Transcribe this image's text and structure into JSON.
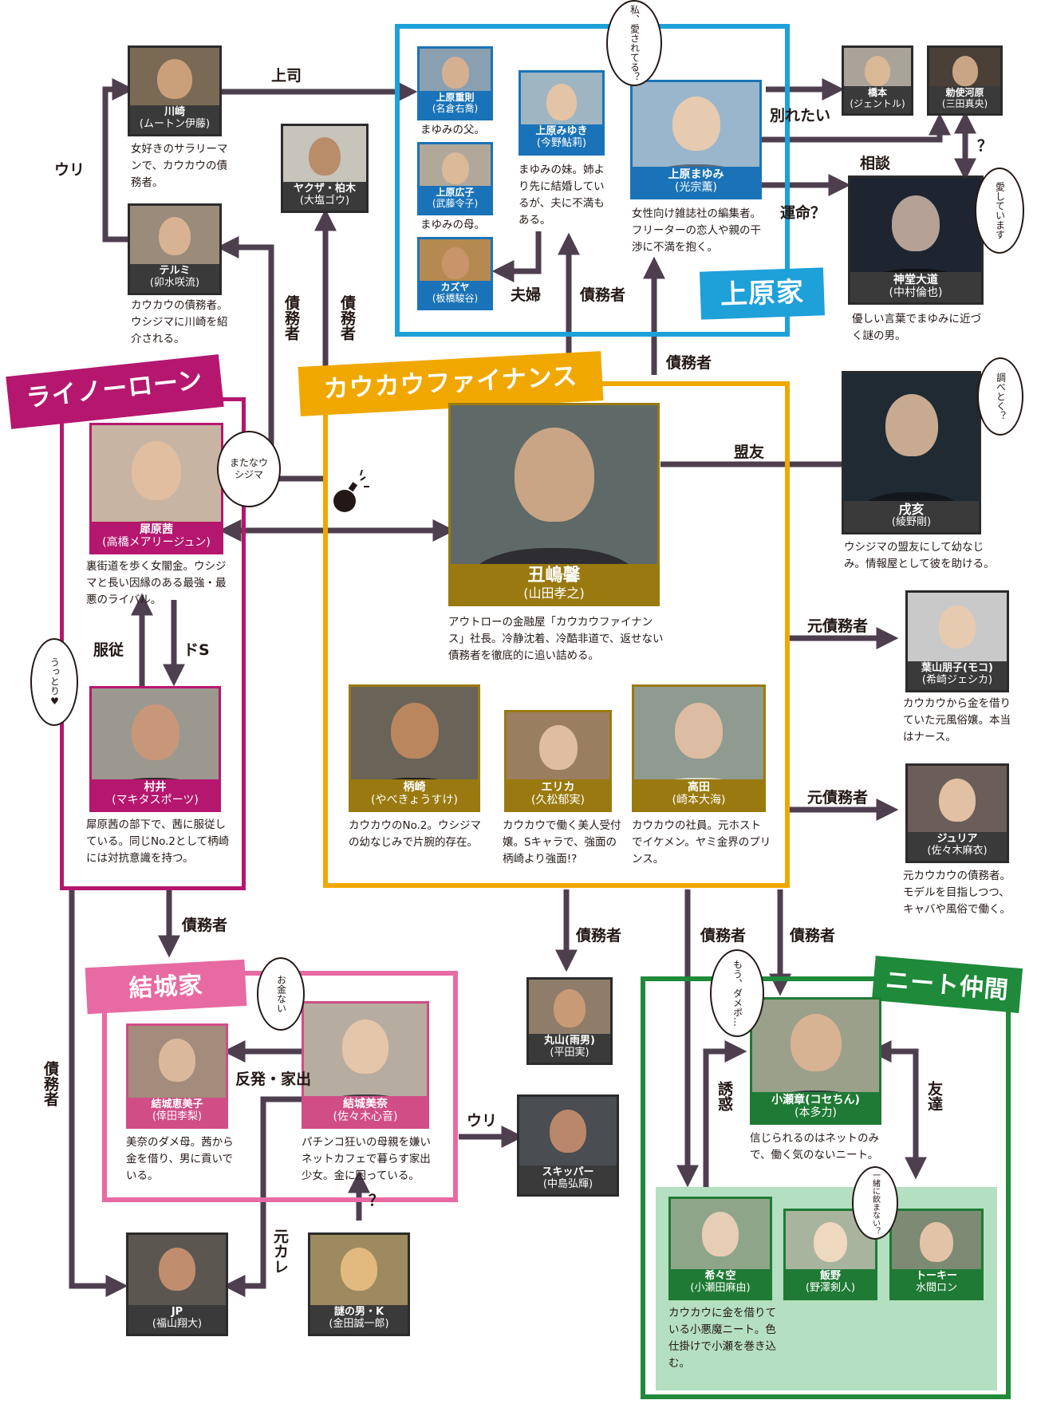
{
  "colors": {
    "kauka": "#f0a800",
    "uehara": "#1ea0d8",
    "rhino": "#b5176e",
    "yuki": "#e86aa2",
    "neet": "#1f8a3a",
    "neet_fill": "#b4dfc0",
    "line": "#4e3f4f",
    "cap_gold": "#9a7a10",
    "cap_blue": "#1a73b8",
    "cap_pink": "#b5176e",
    "cap_lpink": "#d04d86",
    "cap_green": "#1f7a35",
    "cap_dark": "#3a3a3a"
  },
  "groups": {
    "uehara": "上原家",
    "kauka": "カウカウファイナンス",
    "rhino": "ライノーローン",
    "yuki": "結城家",
    "neet": "ニート仲間"
  },
  "people": {
    "kawasaki": {
      "name": "川崎",
      "actor": "(ムートン伊藤)",
      "desc": "女好きのサラリーマンで、カウカウの債務者。",
      "icon": "portrait-kawasaki"
    },
    "terumi": {
      "name": "テルミ",
      "actor": "(卯水咲流)",
      "desc": "カウカウの債務者。ウシジマに川崎を紹介される。",
      "icon": "portrait-terumi"
    },
    "kashiwagi": {
      "name": "ヤクザ・柏木",
      "actor": "(大塩ゴウ)"
    },
    "shigenori": {
      "name": "上原重則",
      "actor": "(名倉右喬)",
      "desc": "まゆみの父。"
    },
    "hiroko": {
      "name": "上原広子",
      "actor": "(武藤令子)",
      "desc": "まゆみの母。"
    },
    "kazuya": {
      "name": "カズヤ",
      "actor": "(板橋駿谷)"
    },
    "miyuki": {
      "name": "上原みゆき",
      "actor": "(今野鮎莉)",
      "desc": "まゆみの妹。姉より先に結婚しているが、夫に不満もある。"
    },
    "mayumi": {
      "name": "上原まゆみ",
      "actor": "(光宗薫)",
      "desc": "女性向け雑誌社の編集者。フリーターの恋人や親の干渉に不満を抱く。"
    },
    "hashimoto": {
      "name": "橋本",
      "actor": "(ジェントル)"
    },
    "teshigawara": {
      "name": "勅使河原",
      "actor": "(三田真央)"
    },
    "jindo": {
      "name": "神堂大道",
      "actor": "(中村倫也)",
      "desc": "優しい言葉でまゆみに近づく謎の男。"
    },
    "ushijima": {
      "name": "丑嶋馨",
      "actor": "(山田孝之)",
      "desc": "アウトローの金融屋「カウカウファイナンス」社長。冷静沈着、冷酷非道で、返せない債務者を徹底的に追い詰める。"
    },
    "tsuyoshi": {
      "name": "戌亥",
      "actor": "(綾野剛)",
      "desc": "ウシジマの盟友にして幼なじみ。情報屋として彼を助ける。"
    },
    "akane": {
      "name": "犀原茜",
      "actor": "(高橋メアリージュン)",
      "desc": "裏街道を歩く女闇金。ウシジマと長い因縁のある最強・最悪のライバル。"
    },
    "murai": {
      "name": "村井",
      "actor": "(マキタスポーツ)",
      "desc": "犀原茜の部下で、茜に服従している。同じNo.2として柄崎には対抗意識を持つ。"
    },
    "kashiwazaki": {
      "name": "柄崎",
      "actor": "(やべきょうすけ)",
      "desc": "カウカウのNo.2。ウシジマの幼なじみで片腕的存在。"
    },
    "erika": {
      "name": "エリカ",
      "actor": "(久松郁実)",
      "desc": "カウカウで働く美人受付嬢。Sキャラで、強面の柄崎より強面!?"
    },
    "takada": {
      "name": "高田",
      "actor": "(崎本大海)",
      "desc": "カウカウの社員。元ホストでイケメン。ヤミ金界のプリンス。"
    },
    "moko": {
      "name": "葉山朋子(モコ)",
      "actor": "(希崎ジェシカ)",
      "desc": "カウカウから金を借りていた元風俗嬢。本当はナース。"
    },
    "julia": {
      "name": "ジュリア",
      "actor": "(佐々木麻衣)",
      "desc": "元カウカウの債務者。モデルを目指しつつ、キャバや風俗で働く。"
    },
    "emiko": {
      "name": "結城恵美子",
      "actor": "(倖田李梨)",
      "desc": "美奈のダメ母。茜から金を借り、男に貢いでいる。"
    },
    "mina": {
      "name": "結城美奈",
      "actor": "(佐々木心音)",
      "desc": "パチンコ狂いの母親を嫌いネットカフェで暮らす家出少女。金に困っている。"
    },
    "maruyama": {
      "name": "丸山(雨男)",
      "actor": "(平田実)"
    },
    "skipper": {
      "name": "スキッパー",
      "actor": "(中島弘輝)"
    },
    "jp": {
      "name": "JP",
      "actor": "(福山翔大)"
    },
    "nazo": {
      "name": "謎の男・K",
      "actor": "(金田誠一郎)"
    },
    "kose": {
      "name": "小瀬章(コセちん)",
      "actor": "(本多力)",
      "desc": "信じられるのはネットのみで、働く気のないニート。"
    },
    "kiara": {
      "name": "希々空",
      "actor": "(小瀬田麻由)",
      "desc": "カウカウに金を借りている小悪魔ニート。色仕掛けで小瀬を巻き込む。"
    },
    "iino": {
      "name": "飯野",
      "actor": "(野澤剣人)"
    },
    "toki": {
      "name": "トーキー",
      "actor": "水間ロン"
    }
  },
  "relations": {
    "joshi": "上司",
    "uri1": "ウリ",
    "saimu_a": "債務者",
    "saimu_b": "債務者",
    "fuufu": "夫婦",
    "saimu_c": "債務者",
    "saimu_d": "債務者",
    "wakaretai": "別れたい",
    "soudan": "相談",
    "unmei": "運命？",
    "q1": "？",
    "meiyu": "盟友",
    "moto1": "元債務者",
    "moto2": "元債務者",
    "fukujuu": "服従",
    "ds": "ドS",
    "saimu_e": "債務者",
    "saimu_f": "債務者",
    "saimu_g": "債務者",
    "saimu_h": "債務者",
    "saimu_jp": "債務者",
    "hanpatsu": "反発・家出",
    "uri2": "ウリ",
    "motokare": "元カレ",
    "q2": "？",
    "yuuwaku": "誘惑",
    "tomodachi": "友達"
  },
  "bubbles": {
    "mayumi": "私、愛されてる？",
    "jindo": "愛しています",
    "tsuyoshi": "調べとく？",
    "akane": "またなウシジマ",
    "murai": "うっとり♥",
    "mina": "お金ない",
    "kose": "もう、ダメポ…",
    "toki": "一緒に飲まない？"
  }
}
